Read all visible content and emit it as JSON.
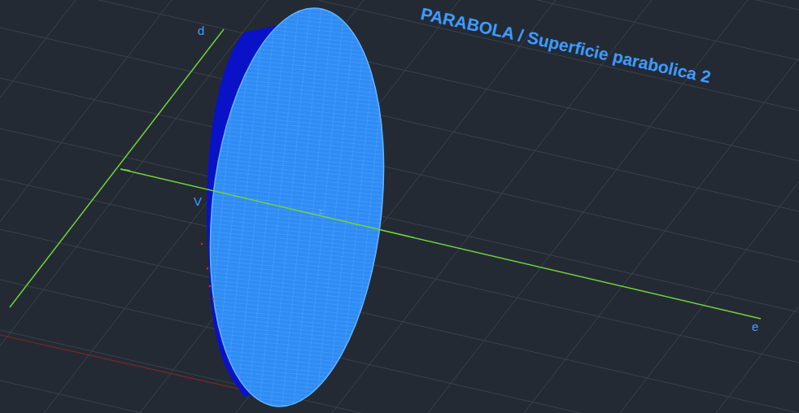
{
  "diagram": {
    "title": "PARABOLA / Superficie parabolica 2",
    "labels": [
      "d",
      "V",
      "F",
      "e"
    ]
  }
}
